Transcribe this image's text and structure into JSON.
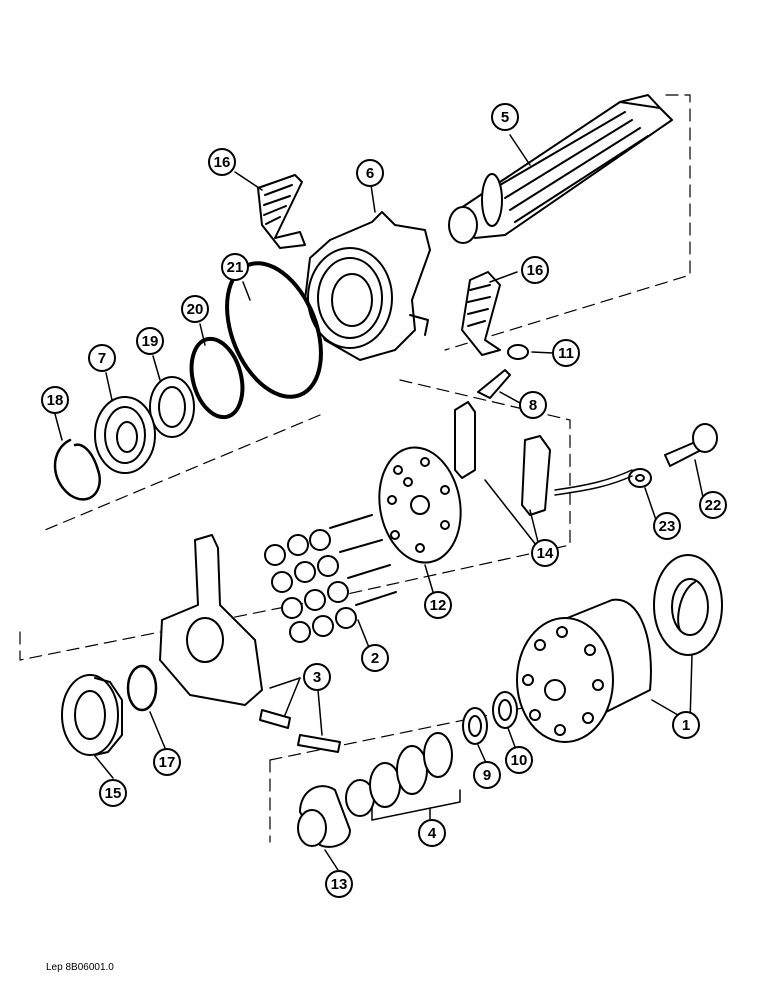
{
  "callouts": {
    "c1": "1",
    "c2": "2",
    "c3": "3",
    "c4": "4",
    "c5": "5",
    "c6": "6",
    "c7": "7",
    "c8": "8",
    "c9": "9",
    "c10": "10",
    "c11": "11",
    "c12": "12",
    "c13": "13",
    "c14": "14",
    "c15": "15",
    "c16a": "16",
    "c16b": "16",
    "c17": "17",
    "c18": "18",
    "c19": "19",
    "c20": "20",
    "c21": "21",
    "c22": "22",
    "c23": "23"
  },
  "reference": "Lep 8B06001.0"
}
